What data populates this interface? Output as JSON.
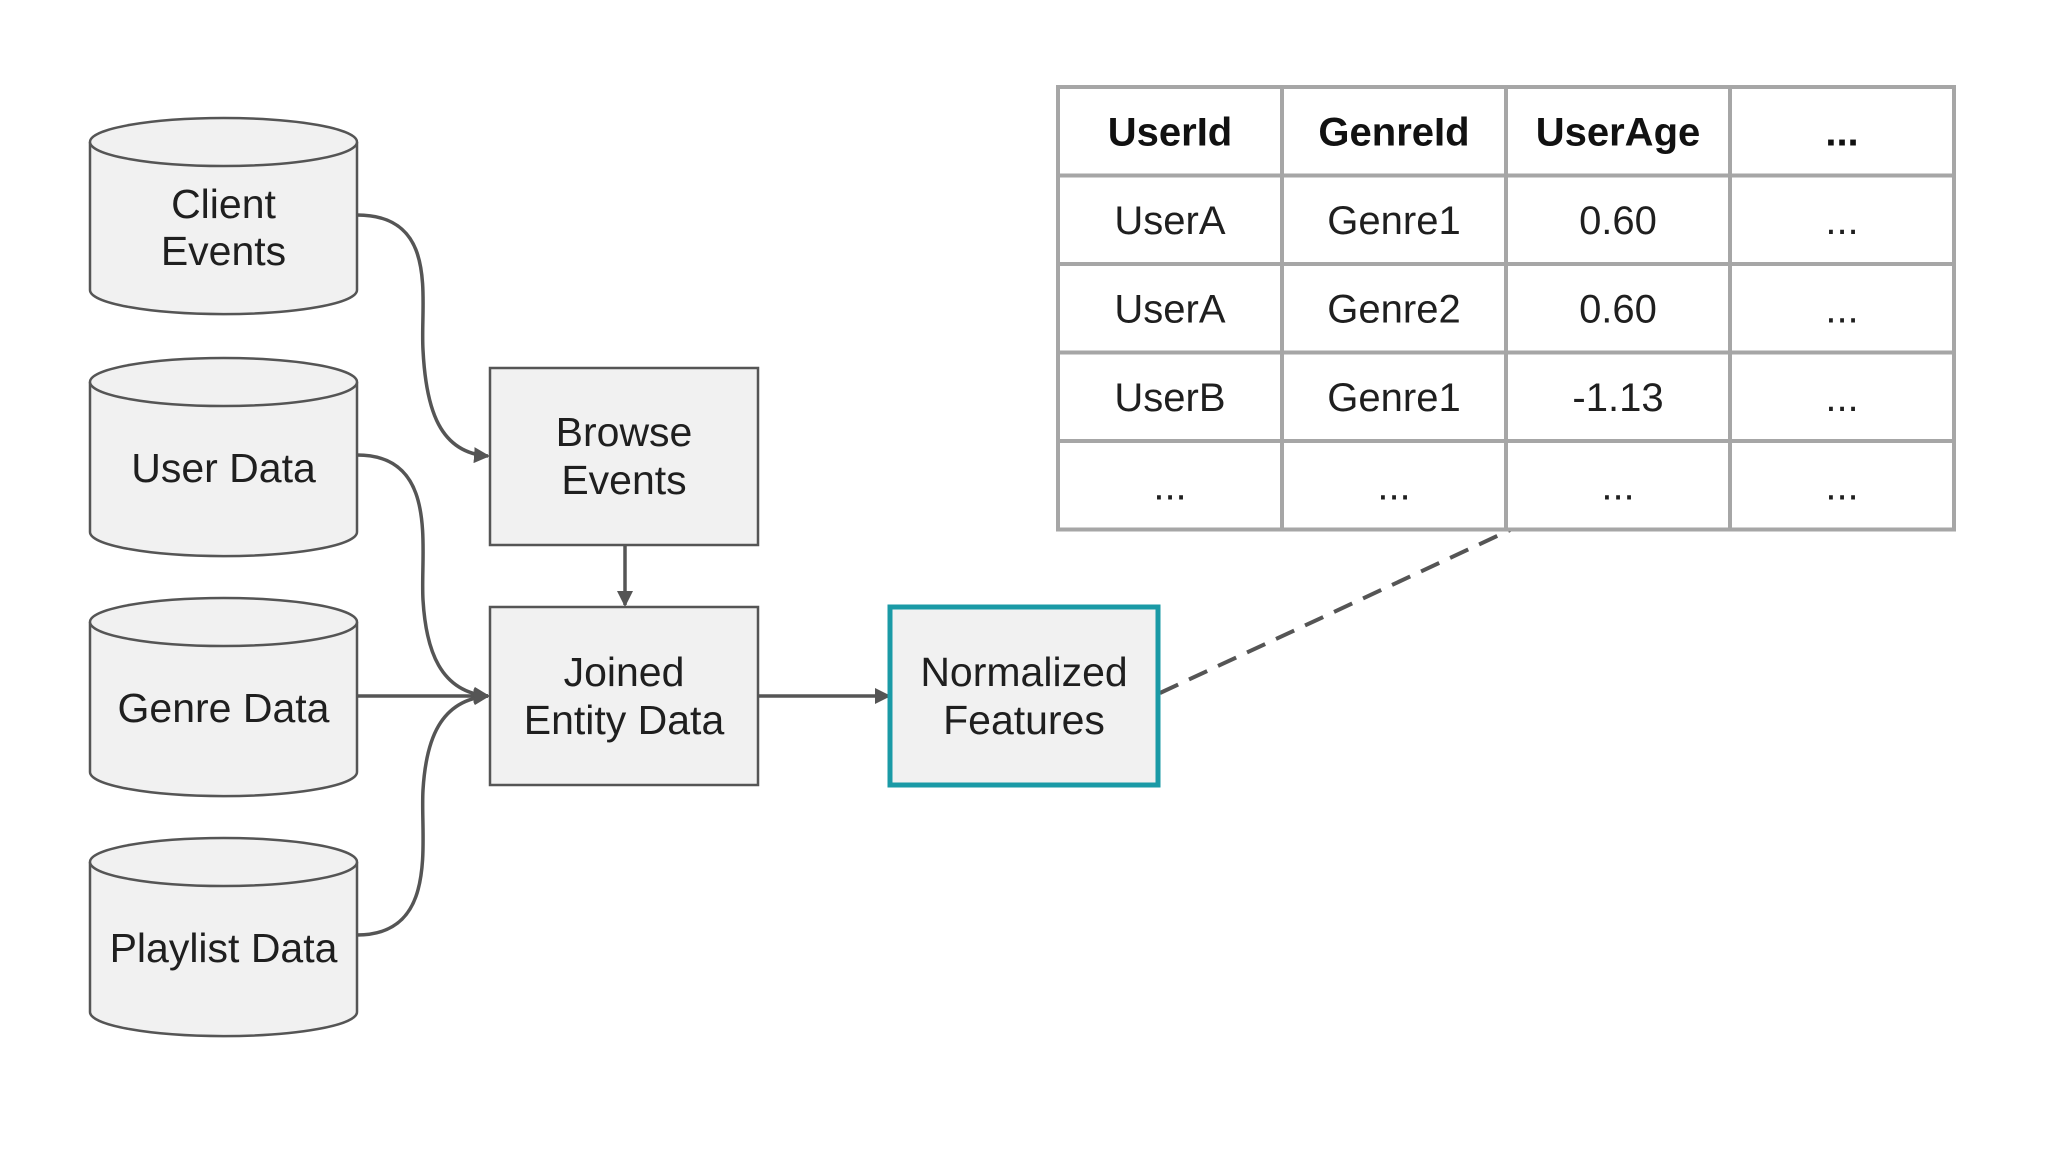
{
  "sources": [
    {
      "label": [
        "Client",
        "Events"
      ]
    },
    {
      "label": [
        "User Data"
      ]
    },
    {
      "label": [
        "Genre Data"
      ]
    },
    {
      "label": [
        "Playlist Data"
      ]
    }
  ],
  "browse_events": {
    "label": [
      "Browse",
      "Events"
    ]
  },
  "joined": {
    "label": [
      "Joined",
      "Entity Data"
    ]
  },
  "normalized": {
    "label": [
      "Normalized",
      "Features"
    ]
  },
  "colors": {
    "highlight": "#1a9aa6",
    "node_fill": "#f1f1f1",
    "stroke": "#555555",
    "grid": "#a6a6a6"
  },
  "table": {
    "headers": [
      "UserId",
      "GenreId",
      "UserAge",
      "..."
    ],
    "rows": [
      [
        "UserA",
        "Genre1",
        "0.60",
        "..."
      ],
      [
        "UserA",
        "Genre2",
        "0.60",
        "..."
      ],
      [
        "UserB",
        "Genre1",
        "-1.13",
        "..."
      ],
      [
        "...",
        "...",
        "...",
        "..."
      ]
    ]
  }
}
